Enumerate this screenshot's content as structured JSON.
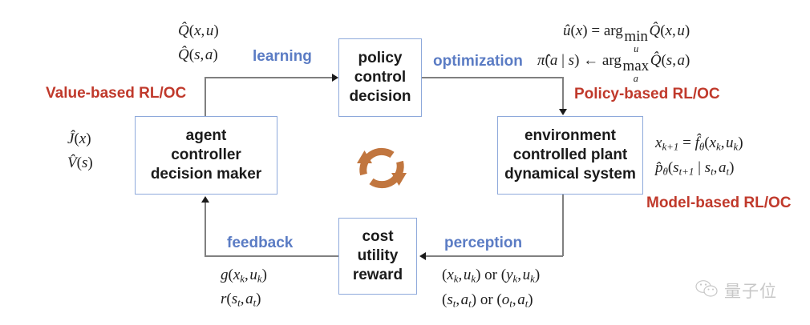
{
  "diagram": {
    "title": "Reinforcement Learning / Optimal Control loop",
    "accent_blue": "#5b7cc4",
    "accent_red": "#c0392b",
    "box_border": "#8ea9db",
    "cycle_icon_color": "#c1763f"
  },
  "boxes": {
    "policy": {
      "line1": "policy",
      "line2": "control",
      "line3": "decision"
    },
    "agent": {
      "line1": "agent",
      "line2": "controller",
      "line3": "decision maker"
    },
    "environment": {
      "line1": "environment",
      "line2": "controlled plant",
      "line3": "dynamical system"
    },
    "cost": {
      "line1": "cost",
      "line2": "utility",
      "line3": "reward"
    }
  },
  "process_labels": {
    "learning": "learning",
    "optimization": "optimization",
    "feedback": "feedback",
    "perception": "perception"
  },
  "category_labels": {
    "value_based": "Value-based RL/OC",
    "policy_based": "Policy-based RL/OC",
    "model_based": "Model-based RL/OC"
  },
  "math": {
    "q_xu": "Q̂(x, u)",
    "q_sa": "Q̂(s, a)",
    "j_x": "Ĵ(x)",
    "v_s": "V̂(s)",
    "u_argmin": "û(x) = arg min_u Q̂(x, u)",
    "pi_argmax": "π̂(a | s) ← arg max_a Q̂(s, a)",
    "dynamics": "x_{k+1} = f̂_θ(x_k, u_k)",
    "transition": "p̂_θ(s_{t+1} | s_t, a_t)",
    "cost_g": "g(x_k, u_k)",
    "reward_r": "r(s_t, a_t)",
    "obs_control": "(x_k, u_k) or (y_k, u_k)",
    "obs_rl": "(s_t, a_t) or (o_t, a_t)"
  },
  "watermark": {
    "text": "量子位",
    "icon": "wechat-icon"
  }
}
